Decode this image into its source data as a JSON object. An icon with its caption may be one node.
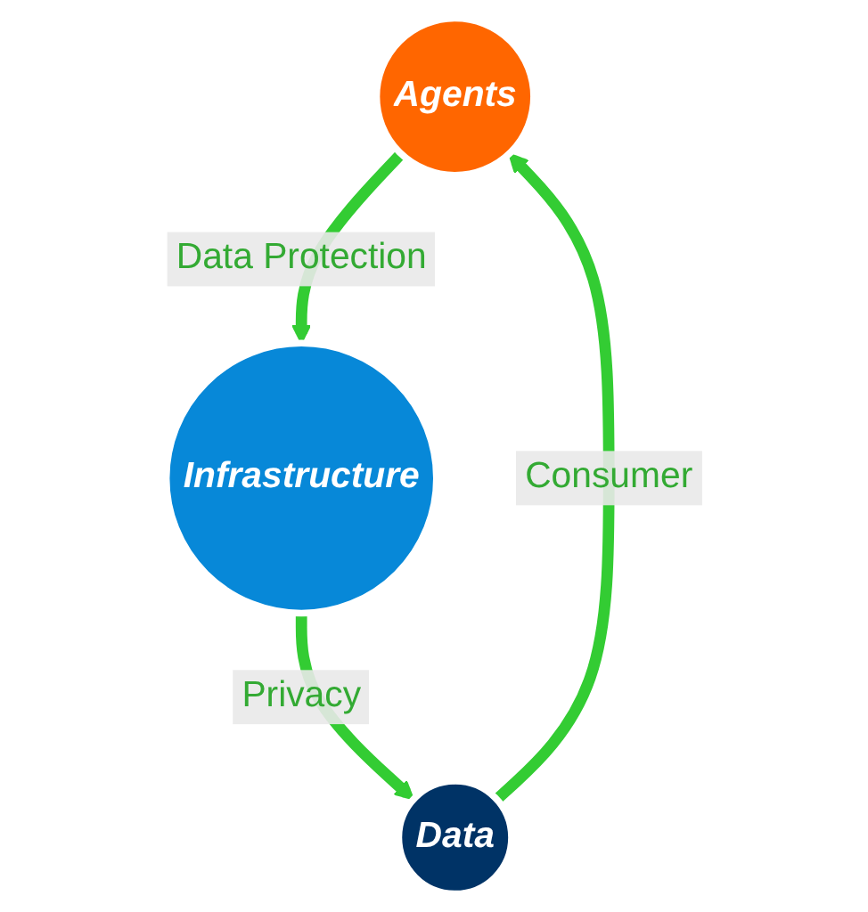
{
  "diagram": {
    "nodes": [
      {
        "text": [
          "Agents"
        ]
      },
      {
        "text": [
          "Data"
        ]
      },
      {
        "text": [
          "Infrastructure"
        ]
      }
    ],
    "edges": [
      {
        "from": 0,
        "to": 2,
        "arrow": "to",
        "label": "Data Protection"
      },
      {
        "from": 2,
        "to": 1,
        "arrow": "to",
        "label": "Privacy"
      },
      {
        "from": 1,
        "to": 0,
        "arrow": "to",
        "label": "Consumer"
      }
    ]
  }
}
